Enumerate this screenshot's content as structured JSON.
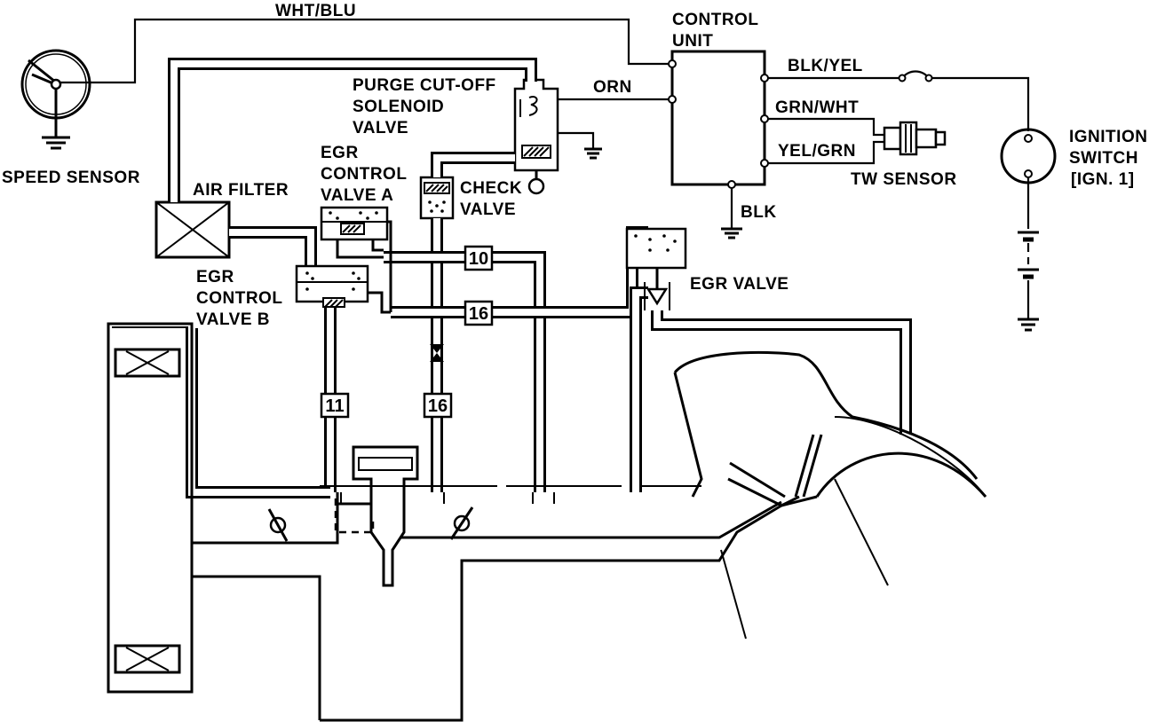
{
  "labels": {
    "wht_blu": "WHT/BLU",
    "control_unit_1": "CONTROL",
    "control_unit_2": "UNIT",
    "blk_yel": "BLK/YEL",
    "orn": "ORN",
    "grn_wht": "GRN/WHT",
    "yel_grn": "YEL/GRN",
    "blk": "BLK",
    "tw_sensor": "TW SENSOR",
    "ignition_1": "IGNITION",
    "ignition_2": "SWITCH",
    "ignition_3": "[IGN. 1]",
    "speed_sensor": "SPEED SENSOR",
    "air_filter": "AIR FILTER",
    "purge_1": "PURGE CUT-OFF",
    "purge_2": "SOLENOID",
    "purge_3": "VALVE",
    "egr_a_1": "EGR",
    "egr_a_2": "CONTROL",
    "egr_a_3": "VALVE A",
    "check_1": "CHECK",
    "check_2": "VALVE",
    "egr_b_1": "EGR",
    "egr_b_2": "CONTROL",
    "egr_b_3": "VALVE B",
    "egr_valve": "EGR VALVE"
  },
  "hose_numbers": {
    "n10": "10",
    "n16_upper": "16",
    "n11": "11",
    "n16_lower": "16"
  }
}
